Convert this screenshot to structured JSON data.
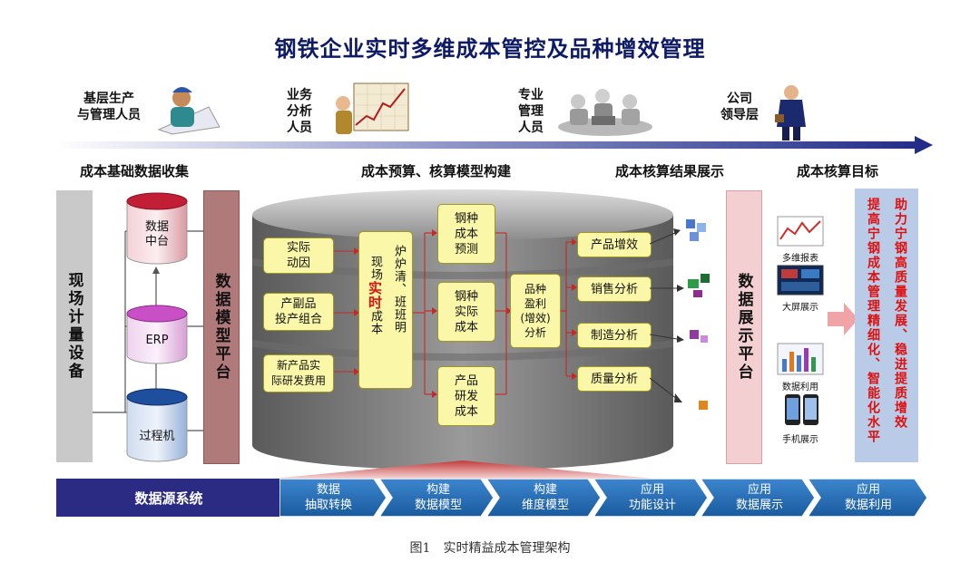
{
  "title": "钢铁企业实时多维成本管控及品种增效管理",
  "roles": [
    {
      "label": "基层生产\n与管理人员"
    },
    {
      "label": "业务\n分析\n人员"
    },
    {
      "label": "专业\n管理\n人员"
    },
    {
      "label": "公司\n领导层"
    }
  ],
  "sections": {
    "collect": "成本基础数据收集",
    "model": "成本预算、核算模型构建",
    "display": "成本核算结果展示",
    "goal": "成本核算目标"
  },
  "left": {
    "device": "现场计量设备",
    "data_platform": "数据模型平台",
    "cylinders": [
      "数据\n中台",
      "ERP",
      "过程机"
    ]
  },
  "model": {
    "inputs": [
      "实际\n动因",
      "产副品\n投产组合",
      "新产品实\n际研发费用"
    ],
    "center_col1": "炉炉清、班班明",
    "center_col2_a": "现场",
    "center_col2_b": "实时",
    "center_col2_c": "成本",
    "boxes": [
      "钢种\n成本\n预测",
      "钢种\n实际\n成本",
      "产品\n研发\n成本"
    ],
    "profit": "品种\n盈利\n(增效)\n分析",
    "analyses": [
      "产品增效",
      "销售分析",
      "制造分析",
      "质量分析"
    ]
  },
  "display": {
    "platform": "数据展示平台",
    "icons": [
      "多维报表",
      "大屏展示",
      "数据利用",
      "手机展示"
    ]
  },
  "goal": {
    "col1": "助力宁钢高质量发展、稳进提质增效",
    "col2": "提高宁钢成本管理精细化、智能化水平"
  },
  "bottom": {
    "source": "数据源系统",
    "steps": [
      "数据\n抽取转换",
      "构建\n数据模型",
      "构建\n维度模型",
      "应用\n功能设计",
      "应用\n数据展示",
      "应用\n数据利用"
    ]
  },
  "caption": "图1　实时精益成本管理架构",
  "colors": {
    "title": "#0d1a66",
    "accent_red": "#e01010",
    "box_yellow": "#fbf7a8",
    "bar_gray": "#c9c9c9",
    "bar_pink": "#b07a7a",
    "bottom_navy": "#2b2b83",
    "bottom_blue": "#1f6fb5"
  }
}
